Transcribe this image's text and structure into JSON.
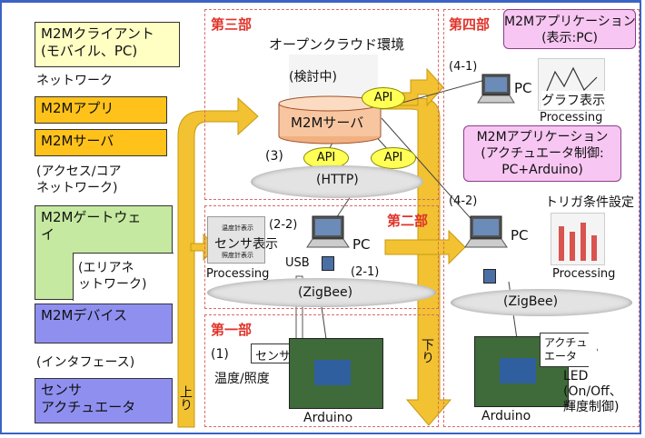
{
  "left_stack": {
    "client": "M2Mクライアント\n(モバイル、PC)",
    "network": "ネットワーク",
    "app": "M2Mアプリ",
    "server": "M2Mサーバ",
    "access": "(アクセス/コア\nネットワーク)",
    "gateway": "M2Mゲートウェ\nイ",
    "area": "(エリアネ\nットワーク)",
    "device": "M2Mデバイス",
    "interface": "(インタフェース)",
    "sensor": "センサ\nアクチュエータ"
  },
  "sections": {
    "part3": "第三部",
    "part2": "第二部",
    "part1": "第一部",
    "part4": "第四部"
  },
  "cloud_env": {
    "title": "オープンクラウド環境",
    "status": "(検討中)",
    "server": "M2Mサーバ",
    "api_top": "API",
    "api_left": "API",
    "api_right": "API",
    "step3": "(3)",
    "http": "(HTTP)"
  },
  "gateway_area": {
    "step22": "(2-2)",
    "sensor_display": "センサ表示",
    "thumb_line1": "温度計表示",
    "thumb_line2": "照度計表示",
    "processing": "Processing",
    "pc": "PC",
    "usb": "USB",
    "step21": "(2-1)",
    "zigbee": "(ZigBee)"
  },
  "device_area": {
    "step1": "(1)",
    "sensor_tag": "センサ",
    "measure": "温度/照度",
    "arduino": "Arduino"
  },
  "arrows": {
    "up": "上り",
    "down": "下り"
  },
  "part4_area": {
    "app_box1": "M2Mアプリケーション\n(表示:PC)",
    "step41": "(4-1)",
    "pc1": "PC",
    "graph": "グラフ表示",
    "processing1": "Processing",
    "app_box2": "M2Mアプリケーション\n(アクチュエータ制御:\nPC+Arduino)",
    "step42": "(4-2)",
    "trigger": "トリガ条件設定",
    "pc2": "PC",
    "processing2": "Processing",
    "zigbee": "(ZigBee)",
    "actuator_tag": "アクチュ\nエータ",
    "arduino": "Arduino",
    "led": "LED\n(On/Off、\n輝度制御)"
  }
}
